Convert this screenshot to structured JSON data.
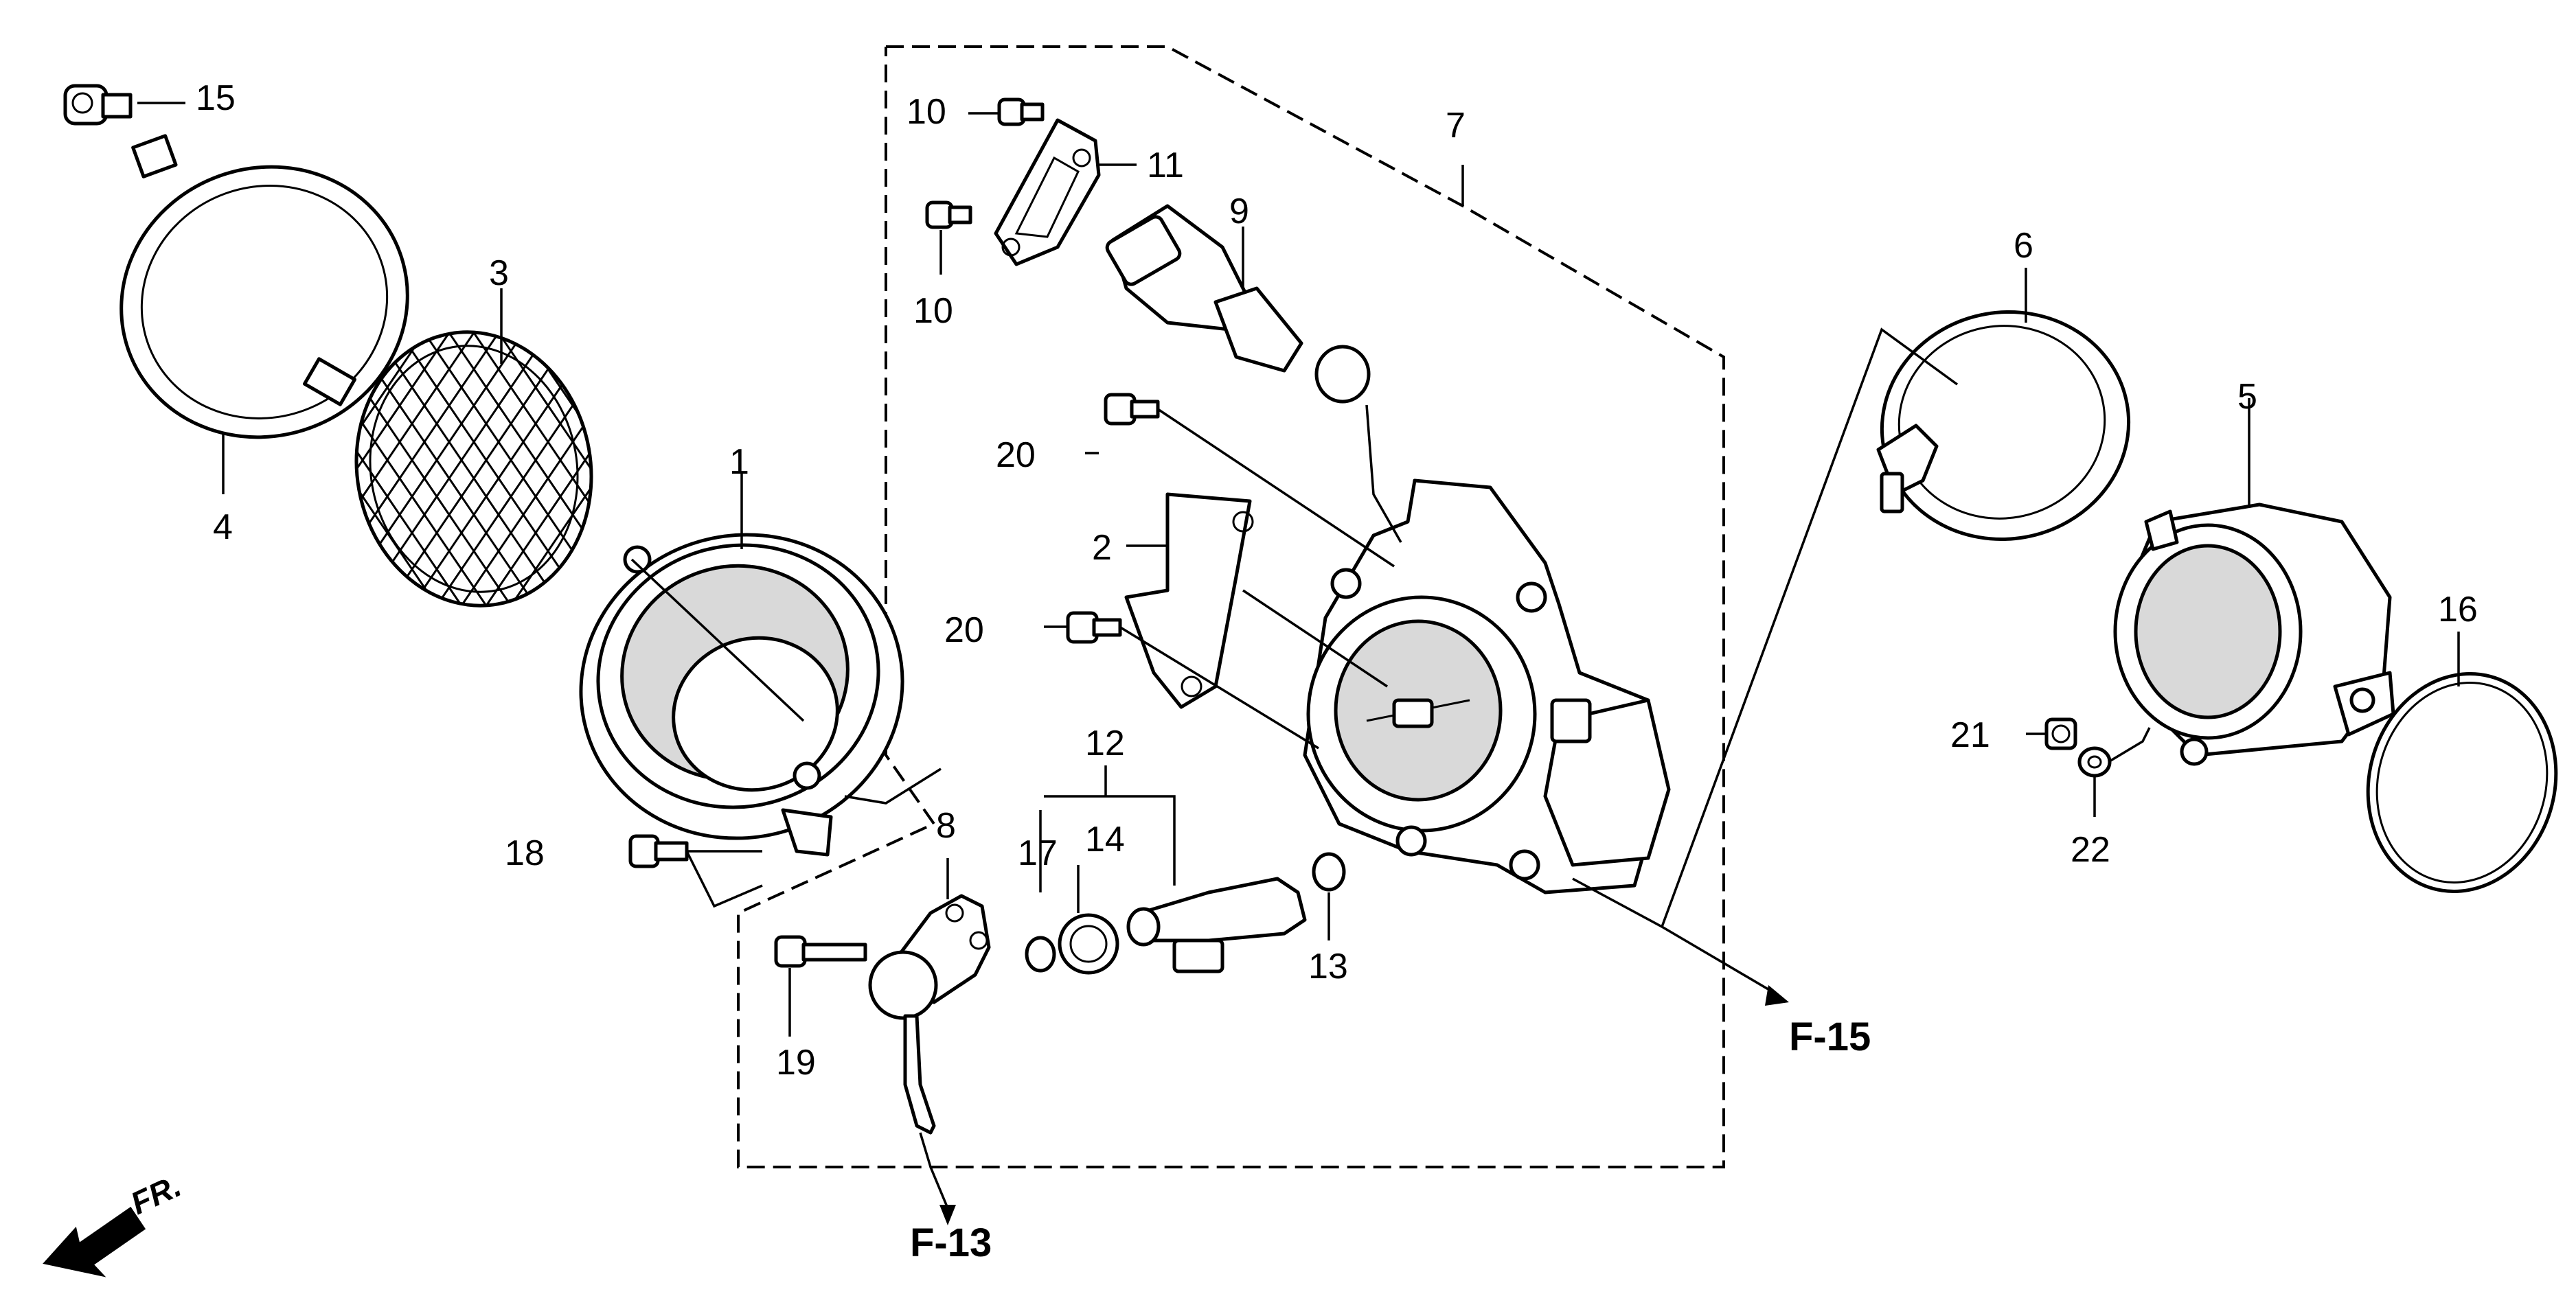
{
  "callouts": {
    "c1": "1",
    "c2": "2",
    "c3": "3",
    "c4": "4",
    "c5": "5",
    "c6": "6",
    "c7": "7",
    "c8": "8",
    "c9": "9",
    "c10a": "10",
    "c10b": "10",
    "c11": "11",
    "c12": "12",
    "c13": "13",
    "c14": "14",
    "c15": "15",
    "c16": "16",
    "c17": "17",
    "c18": "18",
    "c19": "19",
    "c20a": "20",
    "c20b": "20",
    "c21": "21",
    "c22": "22"
  },
  "references": {
    "f15": "F-15",
    "f13": "F-13"
  },
  "direction": {
    "front_label": "FR."
  }
}
